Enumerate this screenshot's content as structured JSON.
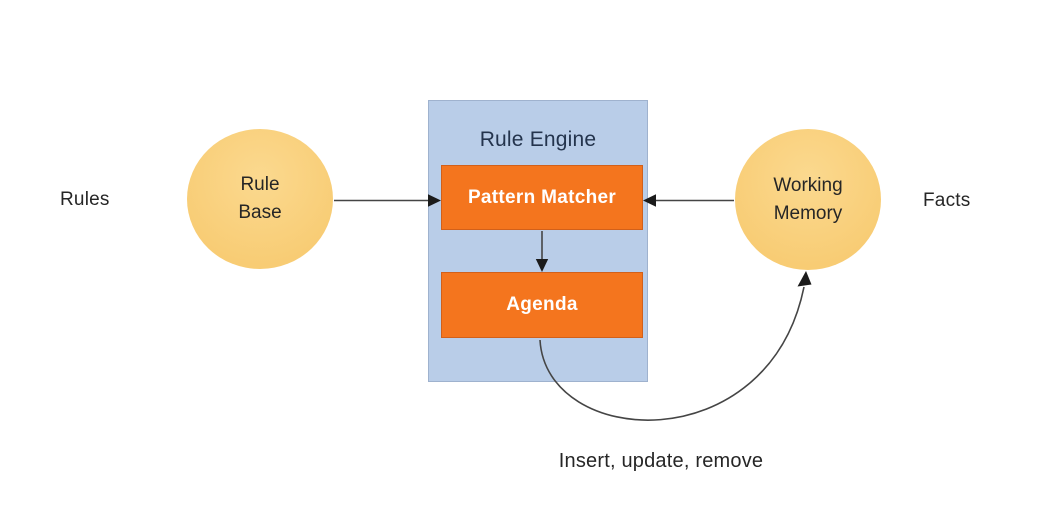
{
  "diagram": {
    "left_label": "Rules",
    "right_label": "Facts",
    "rule_base_label": "Rule\nBase",
    "working_memory_label": "Working\nMemory",
    "engine_title": "Rule Engine",
    "pattern_matcher_label": "Pattern Matcher",
    "agenda_label": "Agenda",
    "bottom_note": "Insert, update, remove"
  },
  "colors": {
    "circle-fill": "#F8CC74",
    "circle-fill-light": "#FBD98F",
    "engine-fill": "#B9CDE8",
    "engine-border": "#9FB2CE",
    "node-fill": "#F4751E",
    "node-border": "#D2601A",
    "node-text": "#FFFFFF",
    "text-dark": "#262626",
    "title-dark": "#24344D",
    "arrow": "#454545",
    "arrow-head": "#1B1B1B"
  }
}
